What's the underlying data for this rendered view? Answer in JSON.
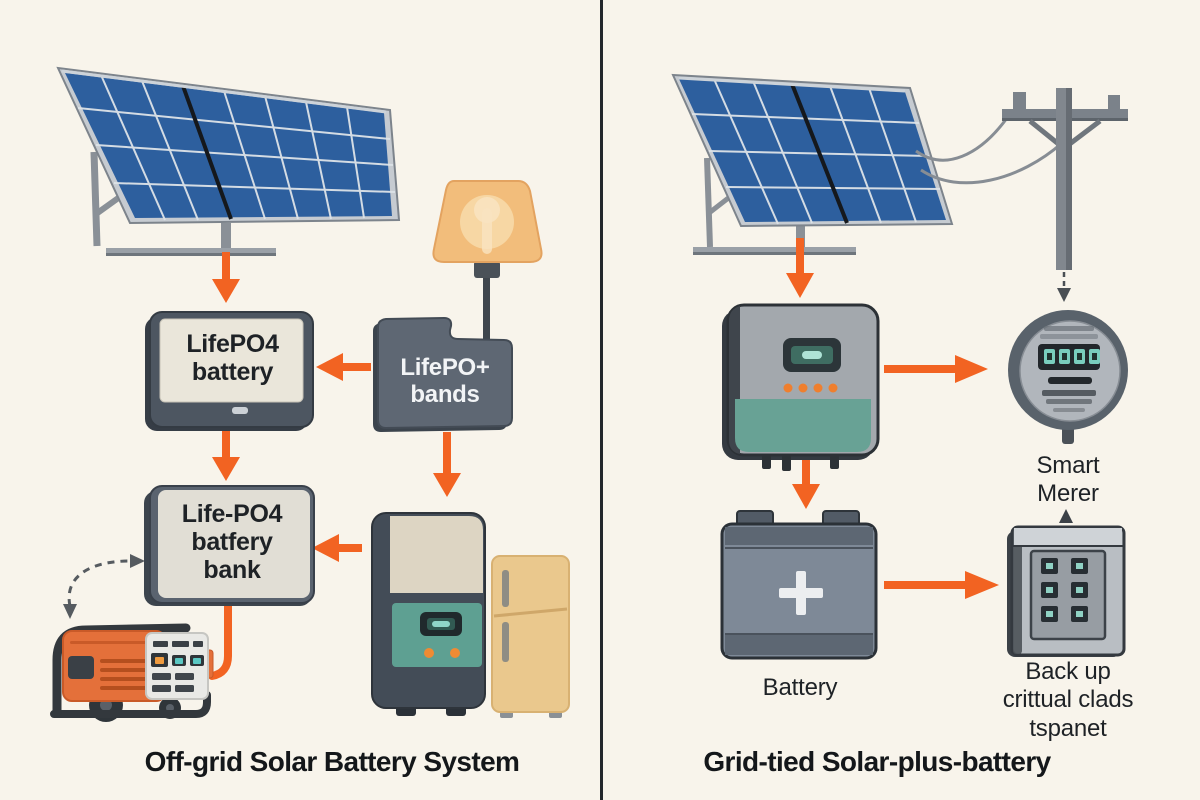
{
  "left": {
    "caption": "Off-grid Solar Battery System",
    "battery_box_label": "LifePO4\nbattery",
    "bands_box_label": "LifePO+\nbands",
    "bank_box_label": "Life-PO4\nbatfery\nbank"
  },
  "right": {
    "caption": "Grid-tied Solar-plus-battery",
    "meter_label": "Smart\nMerer",
    "battery_label": "Battery",
    "backup_label": "Back up\ncrittual clads\ntspanet"
  },
  "icons": [
    "solar-panel",
    "lamp",
    "lifepo4-battery",
    "battery-bank",
    "generator",
    "inverter",
    "refrigerator",
    "utility-pole",
    "smart-meter",
    "battery",
    "backup-loads-panel"
  ],
  "colors": {
    "background": "#f8f4eb",
    "accent_orange": "#f26322",
    "panel_blue": "#2d5f9e",
    "teal": "#63a294",
    "slate": "#5d6673",
    "cream": "#eae6da",
    "divider": "#23272c"
  }
}
